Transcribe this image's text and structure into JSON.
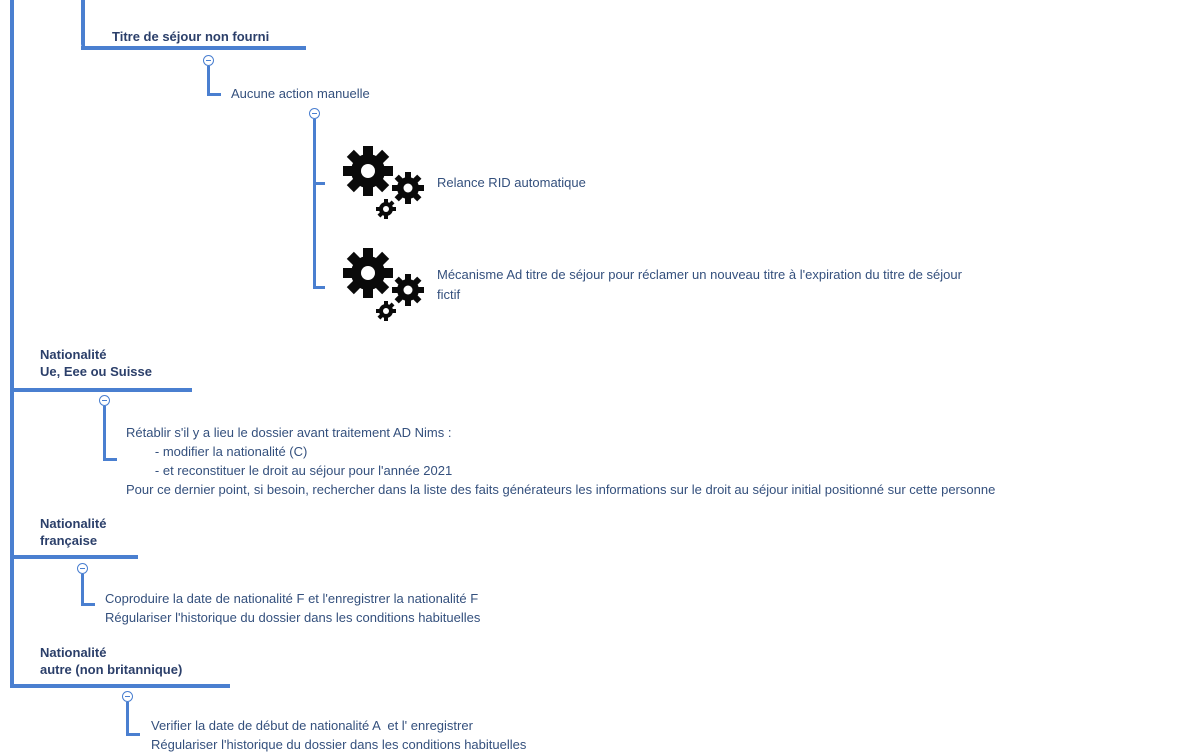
{
  "nodes": {
    "titre_sejour": "Titre de séjour non fourni",
    "aucune_action": "Aucune action manuelle",
    "relance": "Relance RID automatique",
    "mecanisme_l1": "Mécanisme Ad titre de séjour pour réclamer un nouveau titre à l'expiration du titre de séjour",
    "mecanisme_l2": "fictif",
    "ue_l1": "Nationalité",
    "ue_l2": "Ue, Eee ou Suisse",
    "ue_text": [
      "Rétablir s'il y a lieu le dossier avant traitement AD Nims :",
      "        - modifier la nationalité (C)",
      "        - et reconstituer le droit au séjour pour l'année 2021",
      "Pour ce dernier point, si besoin, rechercher dans la liste des faits générateurs les informations sur le droit au séjour initial positionné sur cette personne"
    ],
    "fr_l1": "Nationalité",
    "fr_l2": "française",
    "fr_text": [
      "Coproduire la date de nationalité F et l'enregistrer la nationalité F",
      "Régulariser l'historique du dossier dans les conditions habituelles"
    ],
    "autre_l1": "Nationalité",
    "autre_l2": "autre (non britannique)",
    "autre_text": [
      "Verifier la date de début de nationalité A  et l' enregistrer",
      "Régulariser l'historique du dossier dans les conditions habituelles"
    ]
  },
  "icons": {
    "gears": "gears-icon",
    "collapse": "collapse-toggle-icon"
  },
  "colors": {
    "connector": "#4a7fd0",
    "heading": "#2b3f6a",
    "text": "#34507d"
  }
}
